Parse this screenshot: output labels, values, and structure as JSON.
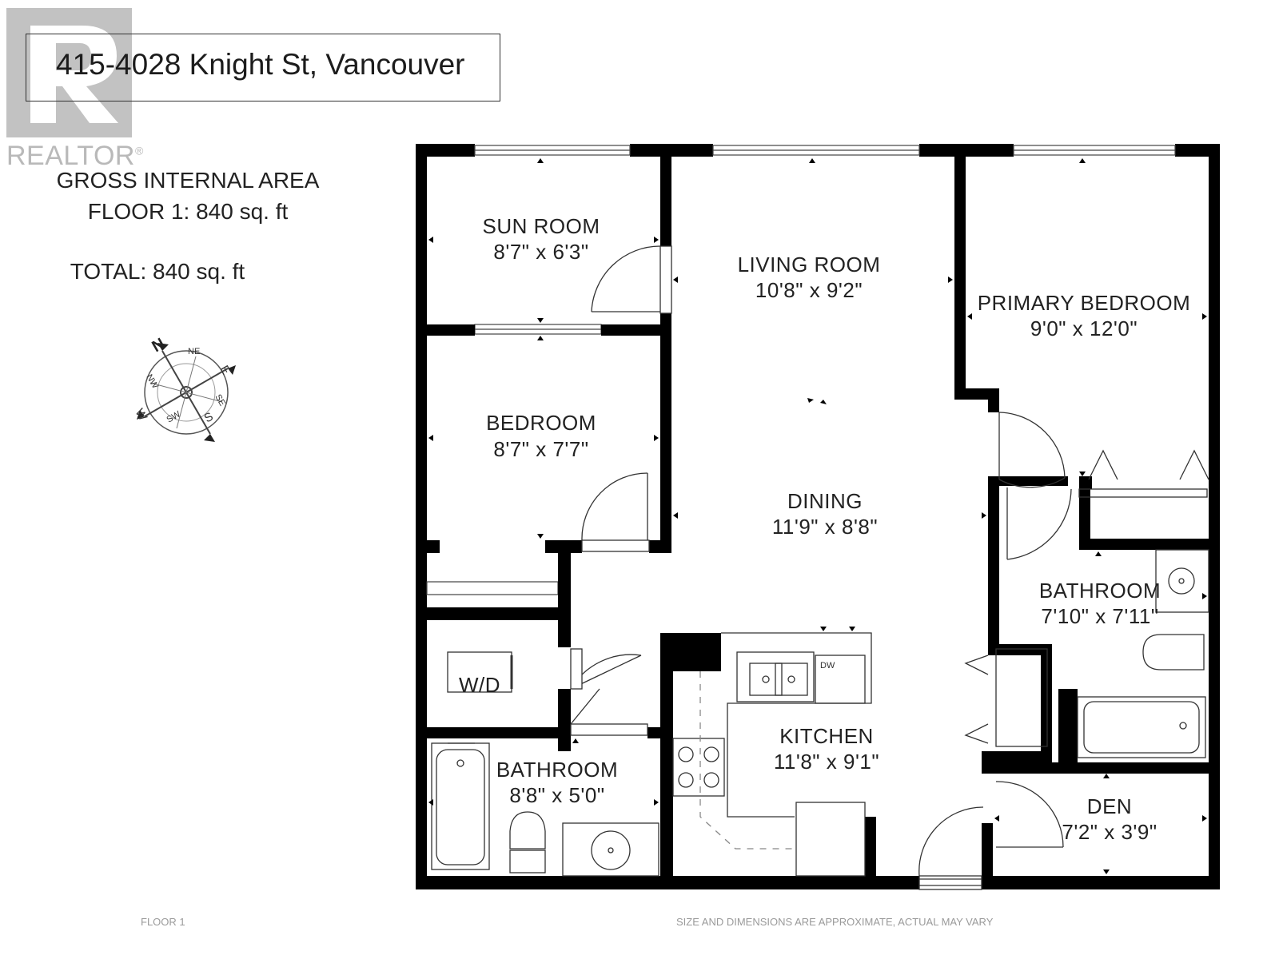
{
  "header": {
    "address": "415-4028 Knight St, Vancouver"
  },
  "watermark": {
    "brand": "REALTOR",
    "mark": "®"
  },
  "area_summary": {
    "heading": "GROSS INTERNAL AREA",
    "floor": "FLOOR 1: 840 sq. ft",
    "total": "TOTAL: 840 sq. ft"
  },
  "compass": {
    "N": "N",
    "NE": "NE",
    "E": "E",
    "SE": "SE",
    "S": "S",
    "SW": "SW",
    "W": "W",
    "NW": "NW"
  },
  "rooms": {
    "sun_room": {
      "name": "SUN ROOM",
      "dims": "8'7\" x 6'3\""
    },
    "living_room": {
      "name": "LIVING ROOM",
      "dims": "10'8\" x 9'2\""
    },
    "primary_bedroom": {
      "name": "PRIMARY BEDROOM",
      "dims": "9'0\" x 12'0\""
    },
    "bedroom": {
      "name": "BEDROOM",
      "dims": "8'7\" x 7'7\""
    },
    "dining": {
      "name": "DINING",
      "dims": "11'9\" x 8'8\""
    },
    "bathroom_ensuite": {
      "name": "BATHROOM",
      "dims": "7'10\" x 7'11\""
    },
    "kitchen": {
      "name": "KITCHEN",
      "dims": "11'8\" x 9'1\""
    },
    "bathroom_main": {
      "name": "BATHROOM",
      "dims": "8'8\" x 5'0\""
    },
    "den": {
      "name": "DEN",
      "dims": "7'2\" x 3'9\""
    }
  },
  "fixtures": {
    "washer_dryer": "W/D",
    "dishwasher": "DW"
  },
  "footer": {
    "floor_label": "FLOOR 1",
    "disclaimer": "SIZE AND DIMENSIONS ARE APPROXIMATE, ACTUAL MAY VARY"
  }
}
